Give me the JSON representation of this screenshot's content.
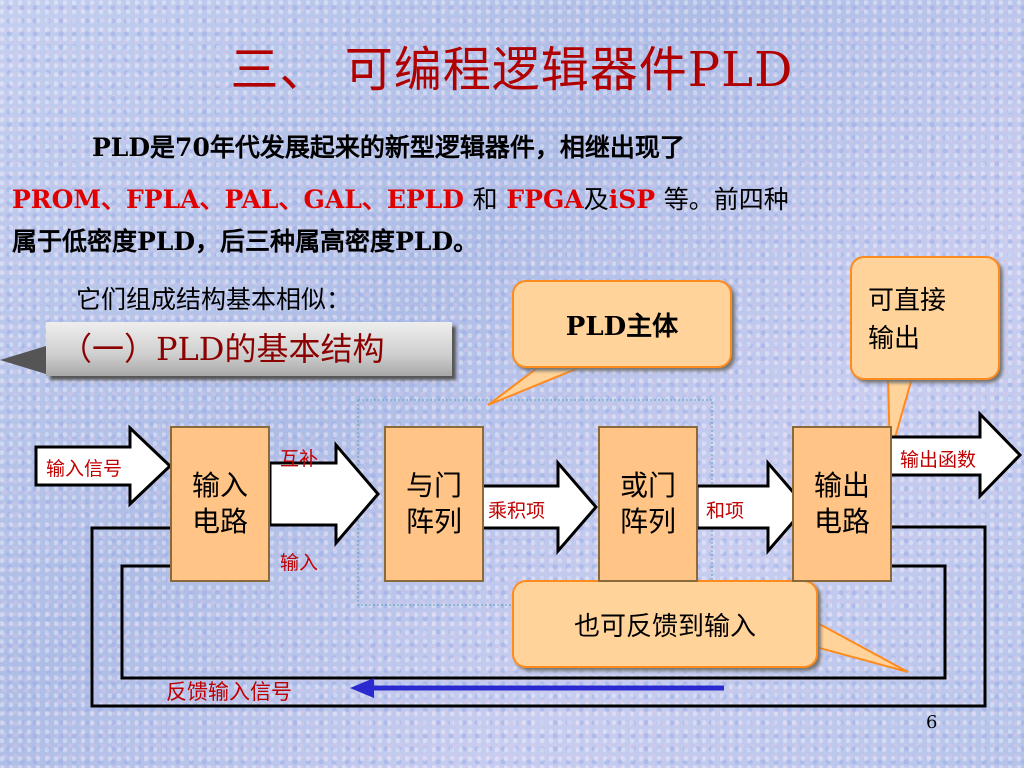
{
  "title": "三、 可编程逻辑器件PLD",
  "intro": {
    "line1": "PLD是70年代发展起来的新型逻辑器件，相继出现了",
    "devices": "PROM、FPLA、PAL、GAL、EPLD",
    "and_word": "和",
    "fpga": "FPGA",
    "ji": "及",
    "isp": "iSP",
    "line2_tail": "等。前四种",
    "line3": "属于低密度PLD，后三种属高密度PLD。",
    "line4": "它们组成结构基本相似："
  },
  "section_heading": "（一）PLD的基本结构",
  "callouts": {
    "pld_body": "PLD主体",
    "direct_output_1": "可直接",
    "direct_output_2": "输出",
    "feedback": "也可反馈到输入"
  },
  "blocks": {
    "input_circuit_1": "输入",
    "input_circuit_2": "电路",
    "and_array_1": "与门",
    "and_array_2": "阵列",
    "or_array_1": "或门",
    "or_array_2": "阵列",
    "output_circuit_1": "输出",
    "output_circuit_2": "电路"
  },
  "arrows": {
    "input_signal": "输入信号",
    "complement": "互补",
    "input": "输入",
    "product_term": "乘积项",
    "sum_term": "和项",
    "output_function": "输出函数",
    "feedback_signal": "反馈输入信号"
  },
  "page_number": "6",
  "colors": {
    "title": "#b00000",
    "highlight": "#e00000",
    "block_fill": "#ffc486",
    "callout_fill": "#ffd39a",
    "feedback_arrow": "#2a2ad0"
  }
}
